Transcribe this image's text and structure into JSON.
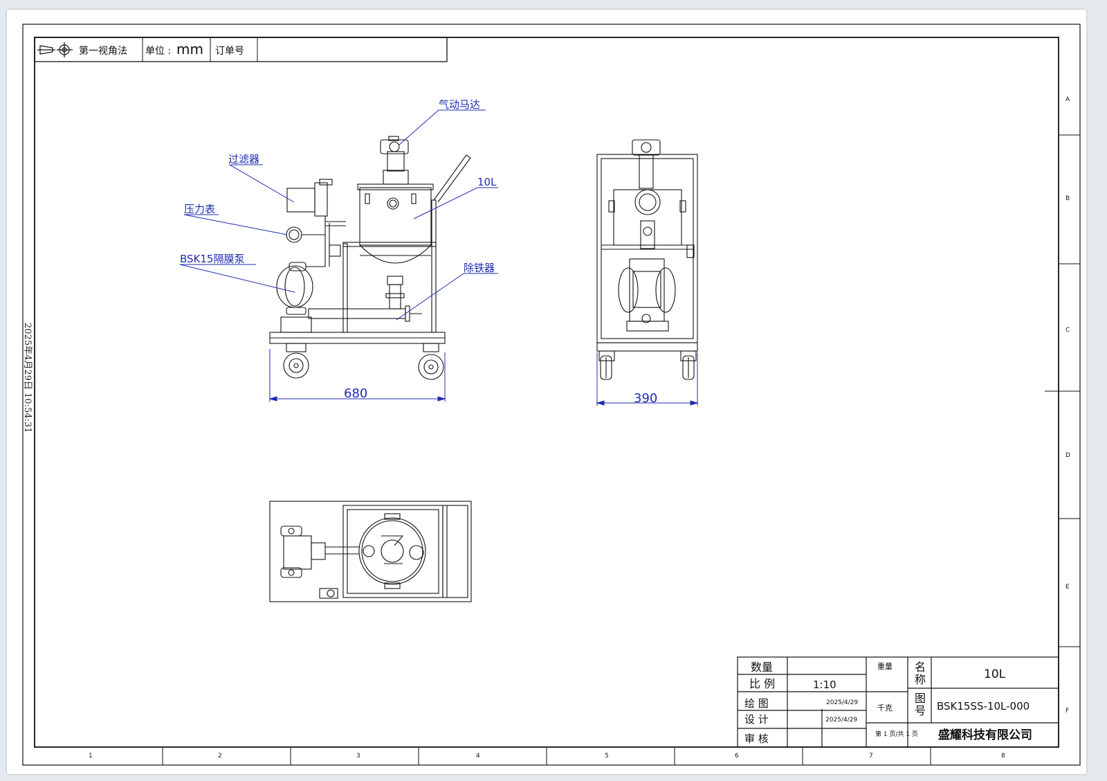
{
  "header": {
    "projection_label": "第一视角法",
    "unit_label": "单位 :",
    "unit_value": "mm",
    "order_label": "订单号",
    "order_value": ""
  },
  "labels": {
    "air_motor": "气动马达",
    "filter": "过滤器",
    "tank": "10L",
    "pressure_gauge": "压力表",
    "pump": "BSK15隔膜泵",
    "iron_remover": "除铁器"
  },
  "dimensions": {
    "front_width": "680",
    "side_width": "390"
  },
  "timestamp": "2025年4月29日  10:54:31",
  "title_block": {
    "quantity_label": "数量",
    "weight_label": "重量",
    "scale_label": "比 例",
    "scale_value": "1:10",
    "drawn_label": "绘 图",
    "drawn_date": "2025/4/29",
    "design_label": "设 计",
    "design_date": "2025/4/29",
    "review_label": "审 核",
    "weight_unit": "千克",
    "page_info": "第 1 页/共 1 页",
    "name_label": "名称",
    "name_value": "10L",
    "drawing_no_label": "图号",
    "drawing_no_value": "BSK15SS-10L-000",
    "company": "盛耀科技有限公司"
  },
  "row_markers": [
    "A",
    "B",
    "C",
    "D",
    "E",
    "F"
  ],
  "col_markers": [
    "1",
    "2",
    "3",
    "4",
    "5",
    "6",
    "7",
    "8"
  ]
}
